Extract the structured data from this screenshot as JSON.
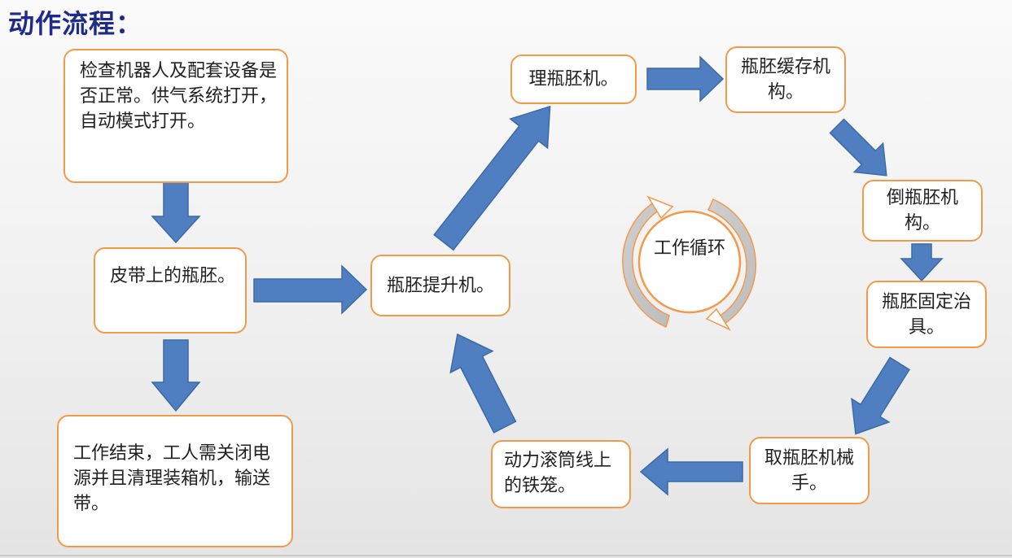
{
  "title": "动作流程：",
  "steps": {
    "check": "检查机器人及配套设备是否正常。供气系统打开，自动模式打开。",
    "belt": "皮带上的瓶胚。",
    "end": "工作结束，工人需关闭电源并且清理装箱机，输送带。",
    "lifter": "瓶胚提升机。",
    "sorter": "理瓶胚机。",
    "buffer": "瓶胚缓存机构。",
    "dumper": "倒瓶胚机构。",
    "fixture": "瓶胚固定治具。",
    "gripper": "取瓶胚机械手。",
    "roller": "动力滚筒线上的铁笼。"
  },
  "cycle_label": "工作循环",
  "colors": {
    "box_border": "#f39a4a",
    "arrow_fill": "#4f7fc0",
    "arrow_stroke": "#3b6aa6",
    "title": "#1f2a8a"
  }
}
